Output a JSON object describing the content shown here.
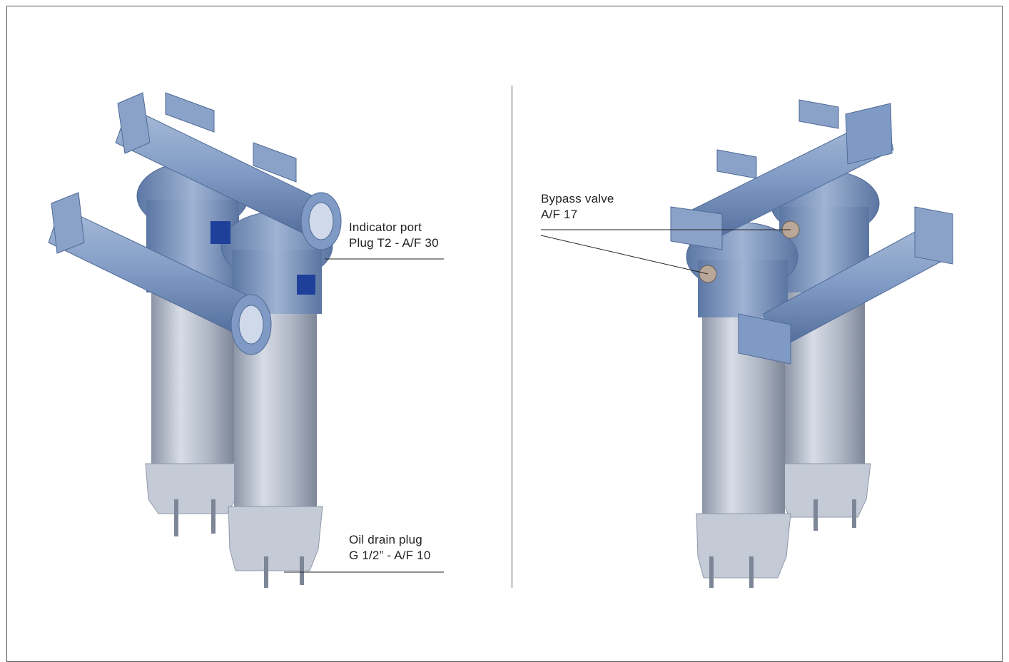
{
  "labels": {
    "indicator_port": {
      "line1": "Indicator port",
      "line2": "Plug T2 - A/F 30"
    },
    "oil_drain": {
      "line1": "Oil drain plug",
      "line2": "G 1/2” - A/F 10"
    },
    "bypass_valve": {
      "line1": "Bypass valve",
      "line2": "A/F 17"
    }
  },
  "colors": {
    "housing_blue": "#7f9ac4",
    "housing_dark": "#4f6a97",
    "canister_light": "#c9d0dc",
    "canister_dark": "#8e98a8",
    "indicator_blue": "#1e3f9a",
    "line": "#222222"
  }
}
